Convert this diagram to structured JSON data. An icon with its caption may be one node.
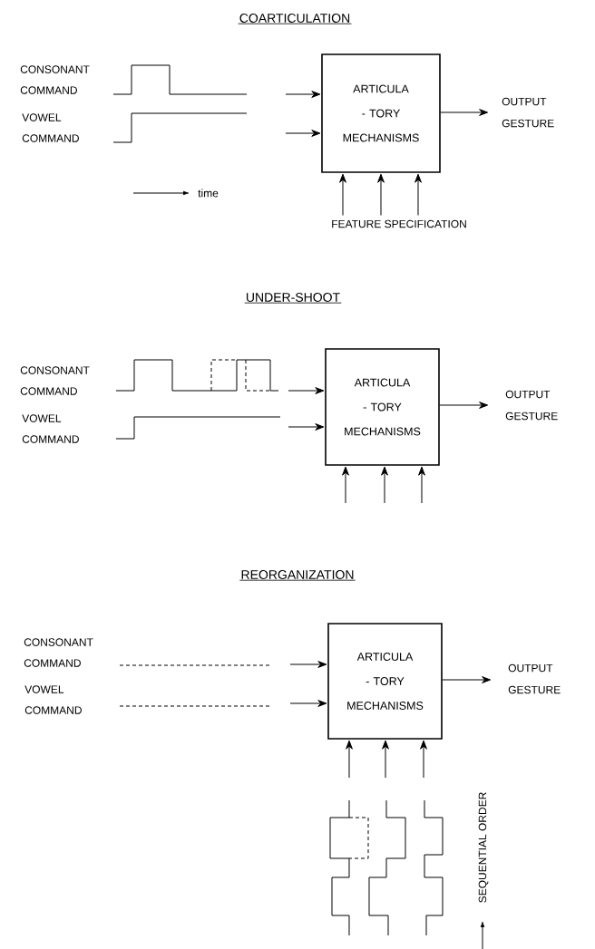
{
  "diagram": {
    "nodes": [
      {
        "text": [
          "ARTICULA - TORY MECHANISMS"
        ]
      },
      {
        "text": [
          "OUTPUT GESTURE"
        ]
      },
      {
        "text": [
          "FEATURE SPECIFICATION"
        ]
      },
      {
        "text": [
          "ARTICULA - TORY MECHANISMS"
        ]
      },
      {
        "text": [
          "OUTPUT GESTURE"
        ]
      },
      {
        "text": [
          "ARTICULA - TORY MECHANISMS"
        ]
      },
      {
        "text": [
          "OUTPUT GESTURE"
        ]
      }
    ],
    "edges": [
      {
        "from": null,
        "to": 0,
        "arrow": "to"
      },
      {
        "from": null,
        "to": 0,
        "arrow": "to"
      },
      {
        "from": 0,
        "to": 1,
        "arrow": "to"
      },
      {
        "from": 2,
        "to": 0,
        "arrow": "to"
      },
      {
        "from": 2,
        "to": 0,
        "arrow": "to"
      },
      {
        "from": 2,
        "to": 0,
        "arrow": "to"
      },
      {
        "from": null,
        "to": 3,
        "arrow": "to"
      },
      {
        "from": null,
        "to": 3,
        "arrow": "to"
      },
      {
        "from": 3,
        "to": 4,
        "arrow": "to"
      },
      {
        "from": null,
        "to": 3,
        "arrow": "to"
      },
      {
        "from": null,
        "to": 3,
        "arrow": "to"
      },
      {
        "from": null,
        "to": 3,
        "arrow": "to"
      },
      {
        "from": null,
        "to": 5,
        "arrow": "to"
      },
      {
        "from": null,
        "to": 5,
        "arrow": "to"
      },
      {
        "from": 5,
        "to": 6,
        "arrow": "to"
      },
      {
        "from": null,
        "to": 5,
        "arrow": "to"
      },
      {
        "from": null,
        "to": 5,
        "arrow": "to"
      },
      {
        "from": null,
        "to": 5,
        "arrow": "to"
      }
    ],
    "labels": [
      "COARTICULATION",
      "CONSONANT COMMAND",
      "VOWEL COMMAND",
      "time",
      "UNDER-SHOOT",
      "CONSONANT COMMAND",
      "VOWEL COMMAND",
      "REORGANIZATION",
      "CONSONANT COMMAND",
      "VOWEL COMMAND",
      "SEQUENTIAL ORDER"
    ]
  }
}
